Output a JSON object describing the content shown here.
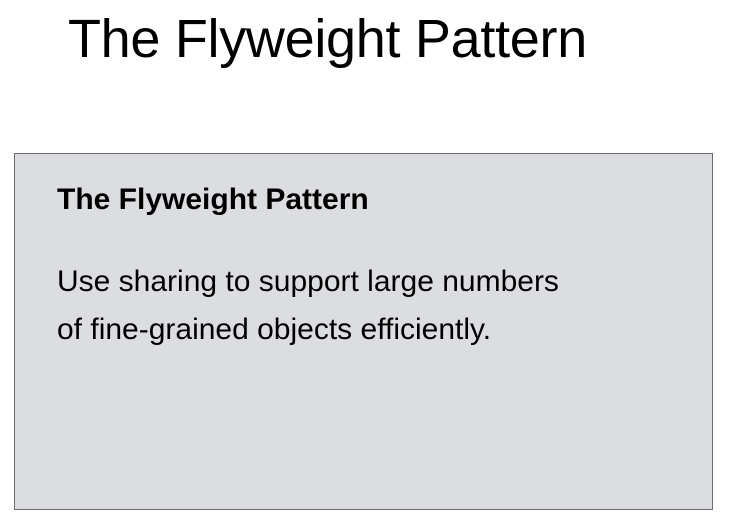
{
  "slide": {
    "title": "The Flyweight Pattern"
  },
  "definition": {
    "heading": "The Flyweight Pattern",
    "body_lines": [
      "Use sharing to support large numbers",
      "of fine-grained objects efficiently."
    ],
    "background_color": "#dcdde0",
    "border_color": "#6b6b6b"
  }
}
